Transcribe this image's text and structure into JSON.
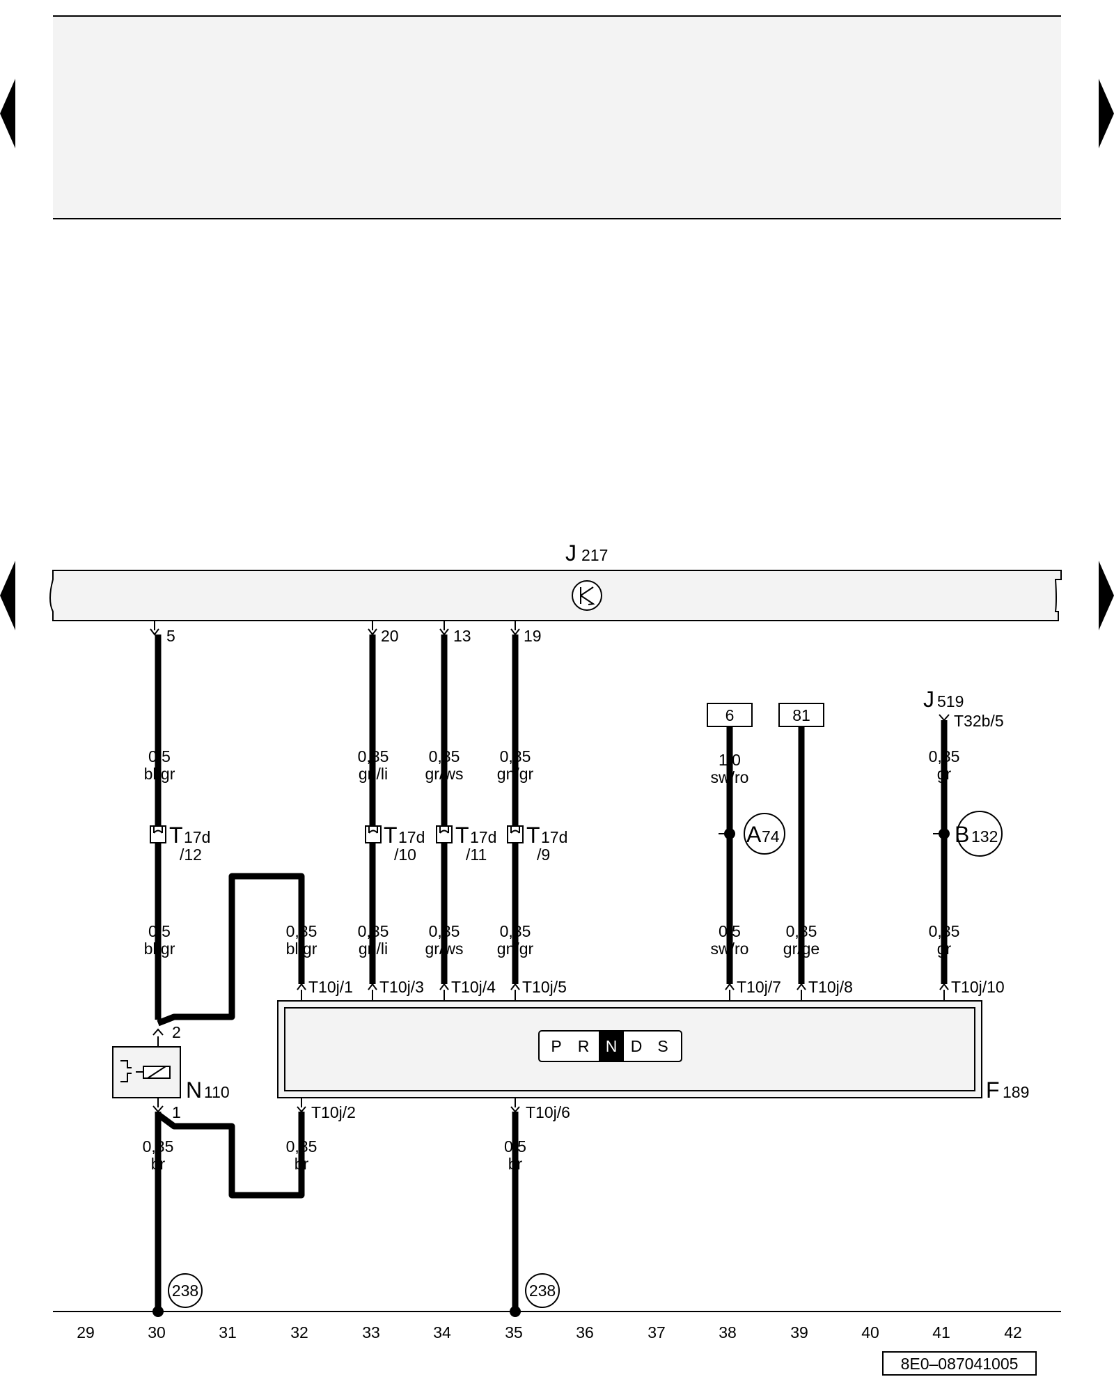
{
  "components": {
    "j217": {
      "letter": "J",
      "num": "217"
    },
    "j519": {
      "letter": "J",
      "num": "519",
      "pin": "T32b/5"
    },
    "n110": {
      "letter": "N",
      "num": "110",
      "pin_top": "2",
      "pin_bottom": "1"
    },
    "f189": {
      "letter": "F",
      "num": "189"
    },
    "a74": {
      "letter": "A",
      "num": "74"
    },
    "b132": {
      "letter": "B",
      "num": "132"
    }
  },
  "selector": {
    "positions": [
      "P",
      "R",
      "N",
      "D",
      "S"
    ],
    "active": "N"
  },
  "j217_pins": [
    "5",
    "20",
    "13",
    "19"
  ],
  "wires": {
    "w5_top": {
      "size": "0,5",
      "color": "bl/gr"
    },
    "w5_bot": {
      "size": "0,5",
      "color": "bl/gr"
    },
    "w20_top": {
      "size": "0,35",
      "color": "gn/li"
    },
    "w20_bot": {
      "size": "0,35",
      "color": "gn/li"
    },
    "w13_top": {
      "size": "0,35",
      "color": "gr/ws"
    },
    "w13_bot": {
      "size": "0,35",
      "color": "gr/ws"
    },
    "w19_top": {
      "size": "0,35",
      "color": "gn/gr"
    },
    "w19_bot": {
      "size": "0,35",
      "color": "gn/gr"
    },
    "w32_top": {
      "size": "0,35",
      "color": "bl/gr"
    },
    "w6_top": {
      "size": "1,0",
      "color": "sw/ro"
    },
    "w6_bot": {
      "size": "0,5",
      "color": "sw/ro"
    },
    "w81": {
      "size": "0,35",
      "color": "gr/ge"
    },
    "wj519_top": {
      "size": "0,35",
      "color": "gr"
    },
    "wj519_bot": {
      "size": "0,35",
      "color": "gr"
    },
    "wn110_bot": {
      "size": "0,35",
      "color": "br"
    },
    "w32_bot": {
      "size": "0,35",
      "color": "br"
    },
    "w35_bot": {
      "size": "0,5",
      "color": "br"
    }
  },
  "connectors_t17d": [
    {
      "letter": "T",
      "num": "17d",
      "pin": "/12"
    },
    {
      "letter": "T",
      "num": "17d",
      "pin": "/10"
    },
    {
      "letter": "T",
      "num": "17d",
      "pin": "/11"
    },
    {
      "letter": "T",
      "num": "17d",
      "pin": "/9"
    }
  ],
  "f189_pins_top": [
    "T10j/1",
    "T10j/3",
    "T10j/4",
    "T10j/5",
    "T10j/7",
    "T10j/8",
    "T10j/10"
  ],
  "f189_pins_bottom": [
    "T10j/2",
    "T10j/6"
  ],
  "references": [
    "6",
    "81"
  ],
  "ground_points": [
    "238",
    "238"
  ],
  "track_numbers": [
    "29",
    "30",
    "31",
    "32",
    "33",
    "34",
    "35",
    "36",
    "37",
    "38",
    "39",
    "40",
    "41",
    "42"
  ],
  "drawing_id": "8E0–087041005"
}
